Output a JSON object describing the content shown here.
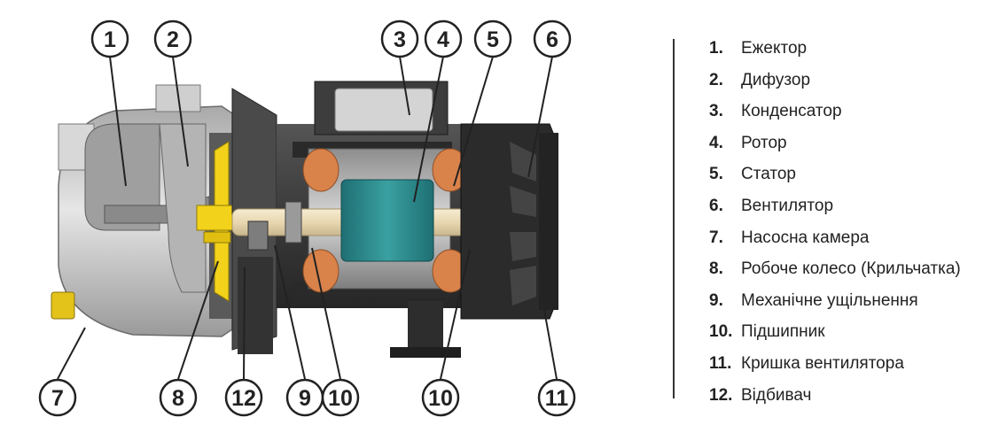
{
  "callouts": {
    "c1": "1",
    "c2": "2",
    "c3": "3",
    "c4": "4",
    "c5": "5",
    "c6": "6",
    "c7": "7",
    "c8": "8",
    "c9": "9",
    "c10a": "10",
    "c10b": "10",
    "c11": "11",
    "c12": "12"
  },
  "legend": {
    "items": [
      {
        "num": "1.",
        "label": "Ежектор"
      },
      {
        "num": "2.",
        "label": "Дифузор"
      },
      {
        "num": "3.",
        "label": "Конденсатор"
      },
      {
        "num": "4.",
        "label": "Ротор"
      },
      {
        "num": "5.",
        "label": "Статор"
      },
      {
        "num": "6.",
        "label": "Вентилятор"
      },
      {
        "num": "7.",
        "label": "Насосна камера"
      },
      {
        "num": "8.",
        "label": "Робоче колесо (Крильчатка)"
      },
      {
        "num": "9.",
        "label": "Механічне ущільнення"
      },
      {
        "num": "10.",
        "label": "Підшипник"
      },
      {
        "num": "11.",
        "label": "Кришка вентилятора"
      },
      {
        "num": "12.",
        "label": "Відбивач"
      }
    ]
  },
  "colors": {
    "impeller": "#f2d21a",
    "rotor": "#2b8c8c",
    "shaft": "#efe3c4",
    "windings": "#d9824a",
    "housing": "#c9c9c9",
    "dark_body": "#3a3a3a"
  }
}
